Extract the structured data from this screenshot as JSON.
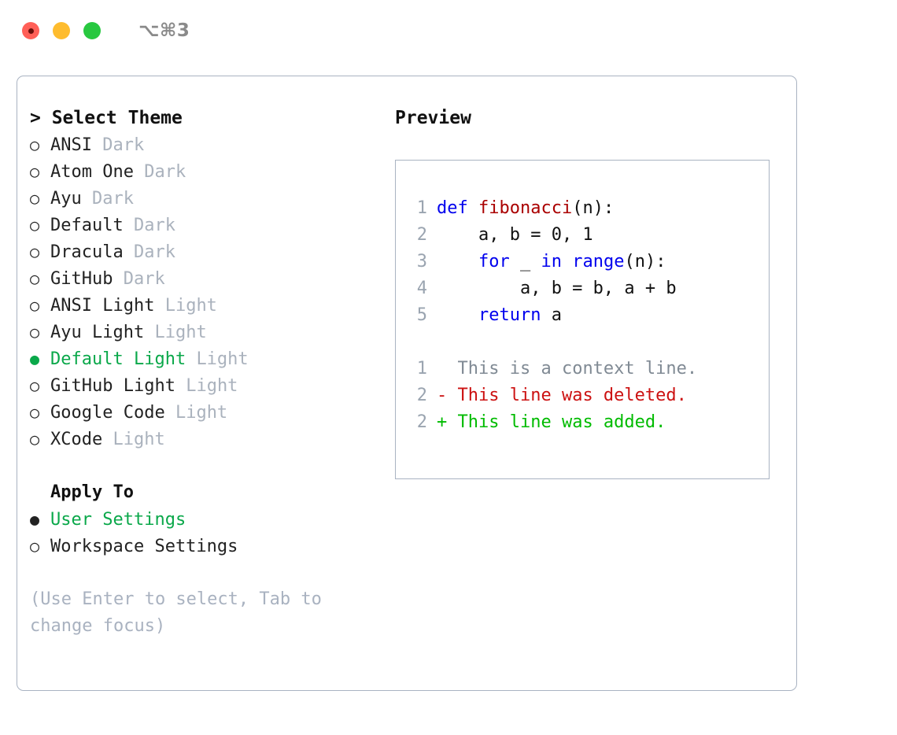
{
  "titlebar": {
    "shortcut": "⌥⌘3",
    "buttons": [
      {
        "name": "close",
        "color": "#ff5f57"
      },
      {
        "name": "minimize",
        "color": "#febc2e"
      },
      {
        "name": "maximize",
        "color": "#28c840"
      }
    ]
  },
  "theme_panel": {
    "header": "> Select Theme",
    "radio_unselected_glyph": "○",
    "radio_selected_glyph": "●",
    "items": [
      {
        "name": "ANSI",
        "kind": "Dark",
        "selected": false
      },
      {
        "name": "Atom One",
        "kind": "Dark",
        "selected": false
      },
      {
        "name": "Ayu",
        "kind": "Dark",
        "selected": false
      },
      {
        "name": "Default",
        "kind": "Dark",
        "selected": false
      },
      {
        "name": "Dracula",
        "kind": "Dark",
        "selected": false
      },
      {
        "name": "GitHub",
        "kind": "Dark",
        "selected": false
      },
      {
        "name": "ANSI Light",
        "kind": "Light",
        "selected": false
      },
      {
        "name": "Ayu Light",
        "kind": "Light",
        "selected": false
      },
      {
        "name": "Default Light",
        "kind": "Light",
        "selected": true
      },
      {
        "name": "GitHub Light",
        "kind": "Light",
        "selected": false
      },
      {
        "name": "Google Code",
        "kind": "Light",
        "selected": false
      },
      {
        "name": "XCode",
        "kind": "Light",
        "selected": false
      }
    ]
  },
  "apply_to": {
    "header": "Apply To",
    "options": [
      {
        "label": "User Settings",
        "selected": true
      },
      {
        "label": "Workspace Settings",
        "selected": false
      }
    ]
  },
  "hint": "(Use Enter to select, Tab to change focus)",
  "preview": {
    "header": "Preview",
    "code_lines": [
      {
        "no": "1",
        "segments": [
          {
            "t": "def ",
            "c": "kw"
          },
          {
            "t": "fibonacci",
            "c": "fn"
          },
          {
            "t": "(n):",
            "c": "plain"
          }
        ]
      },
      {
        "no": "2",
        "segments": [
          {
            "t": "    a, b = 0, 1",
            "c": "plain"
          }
        ]
      },
      {
        "no": "3",
        "segments": [
          {
            "t": "    ",
            "c": "plain"
          },
          {
            "t": "for",
            "c": "kw"
          },
          {
            "t": " _ ",
            "c": "plain"
          },
          {
            "t": "in",
            "c": "kw"
          },
          {
            "t": " ",
            "c": "plain"
          },
          {
            "t": "range",
            "c": "kw"
          },
          {
            "t": "(n):",
            "c": "plain"
          }
        ]
      },
      {
        "no": "4",
        "segments": [
          {
            "t": "        a, b = b, a + b",
            "c": "plain"
          }
        ]
      },
      {
        "no": "5",
        "segments": [
          {
            "t": "    ",
            "c": "plain"
          },
          {
            "t": "return",
            "c": "kw"
          },
          {
            "t": " a",
            "c": "plain"
          }
        ]
      }
    ],
    "diff_lines": [
      {
        "no": "1",
        "marker": "  ",
        "text": "This is a context line.",
        "kind": "context"
      },
      {
        "no": "2",
        "marker": "- ",
        "text": "This line was deleted.",
        "kind": "del"
      },
      {
        "no": "2",
        "marker": "+ ",
        "text": "This line was added.",
        "kind": "add"
      }
    ]
  },
  "colors": {
    "accent_green": "#0aa84a",
    "diff_add": "#00bb00",
    "diff_del": "#cc1111",
    "keyword_blue": "#0000ee",
    "function_red": "#aa0000",
    "muted": "#aab2bd",
    "border": "#a9b3c2"
  }
}
